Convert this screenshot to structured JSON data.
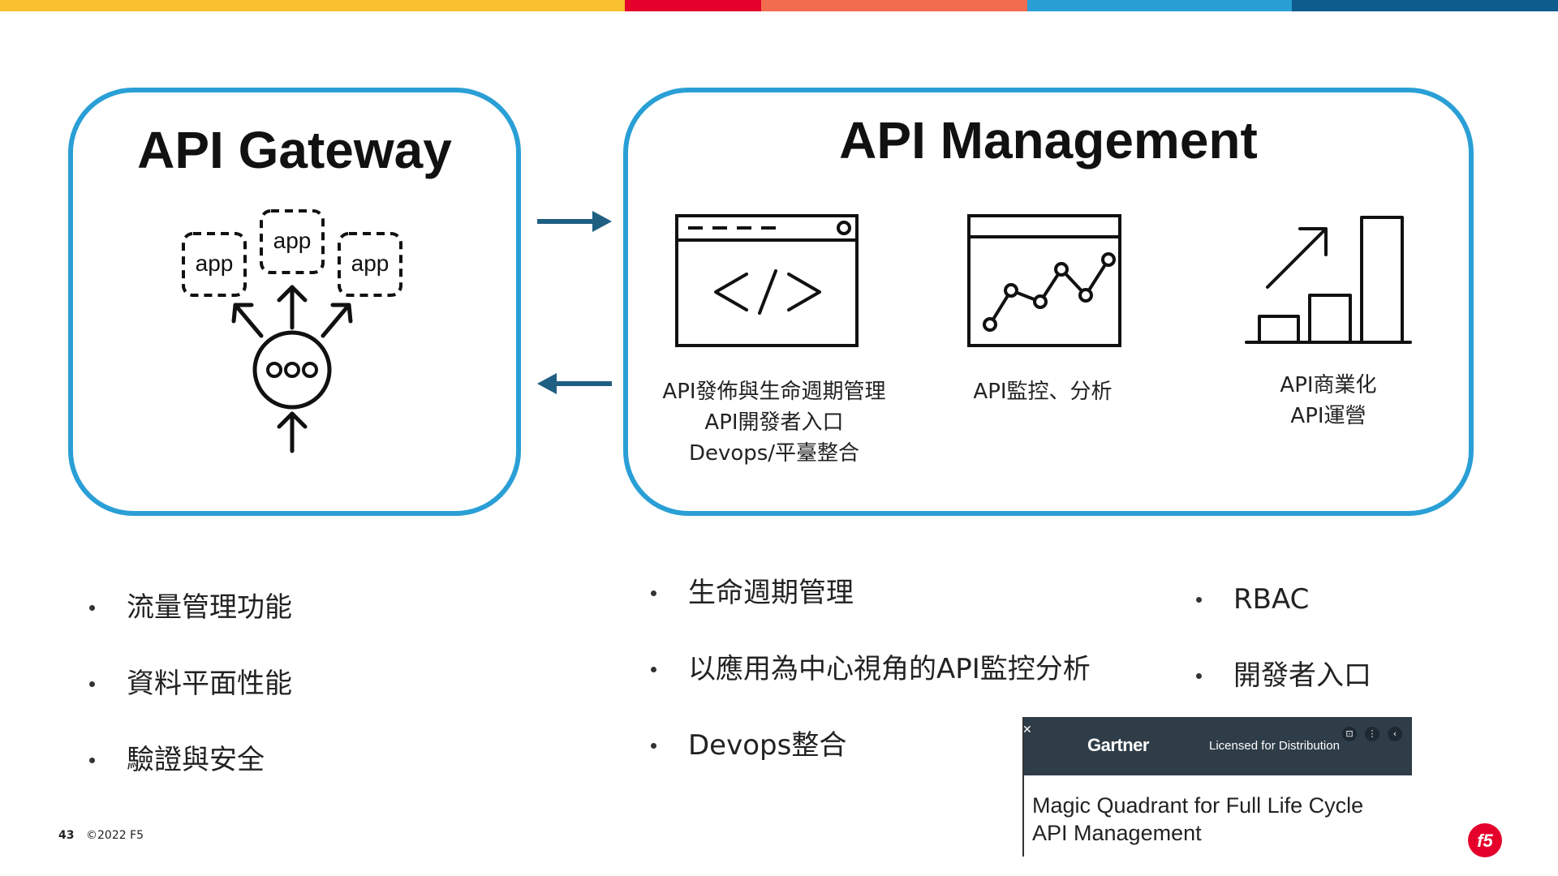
{
  "colors": {
    "accent": "#2a9fd6",
    "arrow": "#1f5f82",
    "topbar": [
      "#f7c02c",
      "#e4002b",
      "#f26c4f",
      "#2a9fd6",
      "#0e5c8e"
    ]
  },
  "gateway": {
    "title": "API Gateway",
    "app_labels": [
      "app",
      "app",
      "app"
    ],
    "bullets": [
      "流量管理功能",
      "資料平面性能",
      "驗證與安全"
    ]
  },
  "management": {
    "title": "API Management",
    "features": [
      {
        "icon": "code-window-icon",
        "lines": [
          "API發佈與生命週期管理",
          "API開發者入口",
          "Devops/平臺整合"
        ]
      },
      {
        "icon": "line-chart-icon",
        "lines": [
          "API監控、分析"
        ]
      },
      {
        "icon": "growth-bar-chart-icon",
        "lines": [
          "API商業化",
          "API運營"
        ]
      }
    ],
    "bullets_left": [
      "生命週期管理",
      "以應用為中心視角的API監控分析",
      "Devops整合"
    ],
    "bullets_right": [
      "RBAC",
      "開發者入口"
    ]
  },
  "gartner": {
    "logo": "Gartner",
    "licensed": "Licensed for Distribution",
    "title_lines": [
      "Magic Quadrant for Full Life Cycle",
      "API Management"
    ]
  },
  "footer": {
    "page_number": "43",
    "copyright": "©2022 F5",
    "logo": "f5"
  }
}
